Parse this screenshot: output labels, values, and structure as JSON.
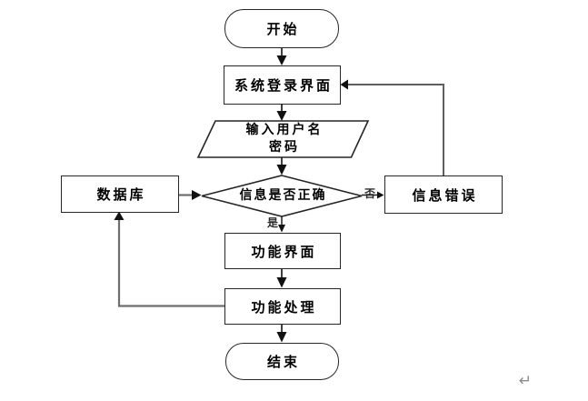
{
  "page": {
    "background": "#ffffff",
    "return_mark": "↵"
  },
  "colors": {
    "shape_border": "#262626",
    "connector_black": "#1f1f1f",
    "connector_gray": "#6e6e6e",
    "arrowhead": "#111111",
    "text": "#000000",
    "return_mark_gray": "#8c8c8c"
  },
  "flowchart": {
    "nodes": {
      "start": {
        "type": "terminator",
        "label": "开始"
      },
      "login": {
        "type": "process",
        "label": "系统登录界面"
      },
      "input": {
        "type": "io",
        "label_line1": "输入用户名",
        "label_line2": "密码"
      },
      "decision": {
        "type": "decision",
        "label": "信息是否正确"
      },
      "database": {
        "type": "process",
        "label": "数据库"
      },
      "error": {
        "type": "process",
        "label": "信息错误"
      },
      "func_ui": {
        "type": "process",
        "label": "功能界面"
      },
      "func_proc": {
        "type": "process",
        "label": "功能处理"
      },
      "end": {
        "type": "terminator",
        "label": "结束"
      }
    },
    "edge_labels": {
      "no": "否",
      "yes": "是"
    },
    "edges": [
      "start -> login",
      "login -> input",
      "input -> decision",
      "database -> decision",
      "decision -(no)-> error",
      "error -> login",
      "decision -(yes)-> func_ui",
      "func_ui -> func_proc",
      "func_proc -> database",
      "func_proc -> end"
    ]
  }
}
